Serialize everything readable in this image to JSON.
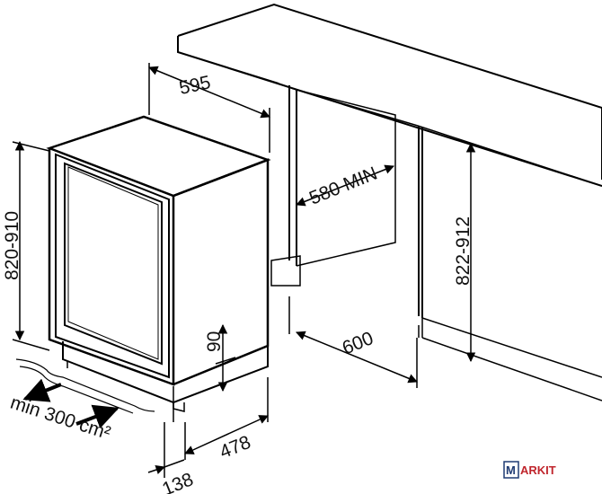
{
  "dimensions": {
    "width": "595",
    "niche_depth": "580 MIN",
    "height_appliance": "820-910",
    "height_niche": "822-912",
    "cabinet_depth": "600",
    "plinth": "90",
    "vent_area": "min 300 cm²",
    "plinth_setback": "138",
    "depth": "478"
  },
  "logo": {
    "boxed_letter": "M",
    "text": "ARKIT"
  },
  "colors": {
    "line": "#000000",
    "logo_box": "#1f3b73",
    "logo_text": "#c0262d"
  }
}
